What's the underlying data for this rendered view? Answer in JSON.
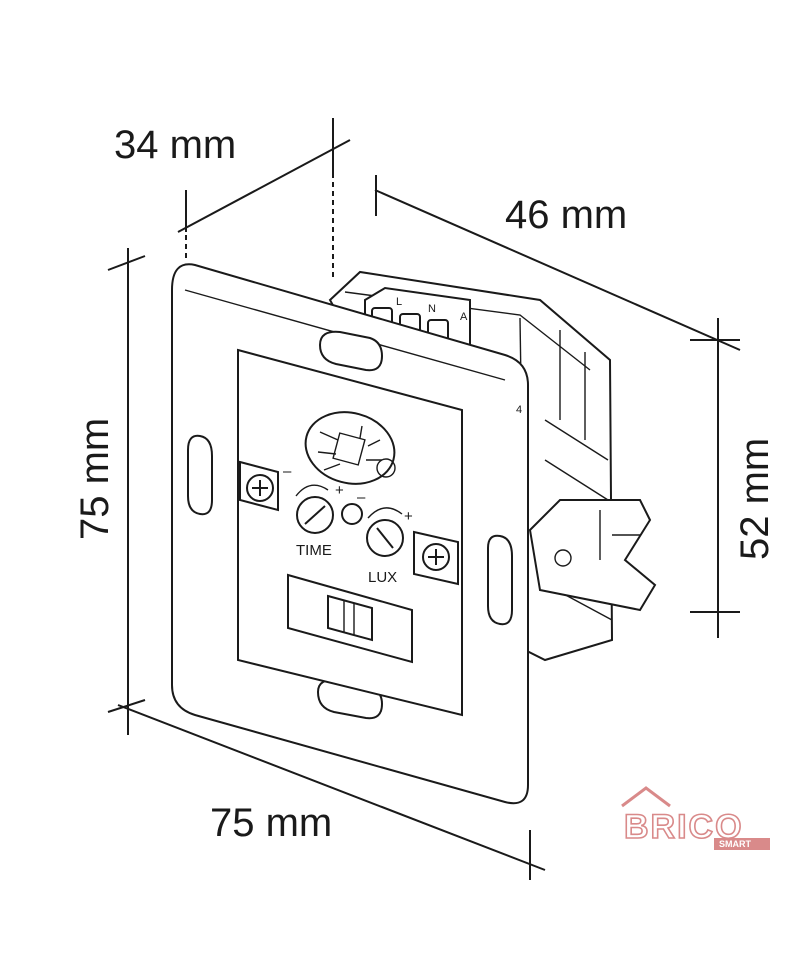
{
  "dimensions": {
    "depth": "34 mm",
    "body_width": "46 mm",
    "body_height": "52 mm",
    "frame_height": "75 mm",
    "frame_width": "75 mm"
  },
  "labels": {
    "time": "TIME",
    "lux": "LUX",
    "terminal_l": "L",
    "terminal_n": "N",
    "terminal_a": "A",
    "mark_4": "4",
    "minus": "–",
    "plus": "+"
  },
  "logo": {
    "brand": "BRICO",
    "sub": "SMART",
    "color": "#d98a8a",
    "accent": "#c0393f"
  }
}
